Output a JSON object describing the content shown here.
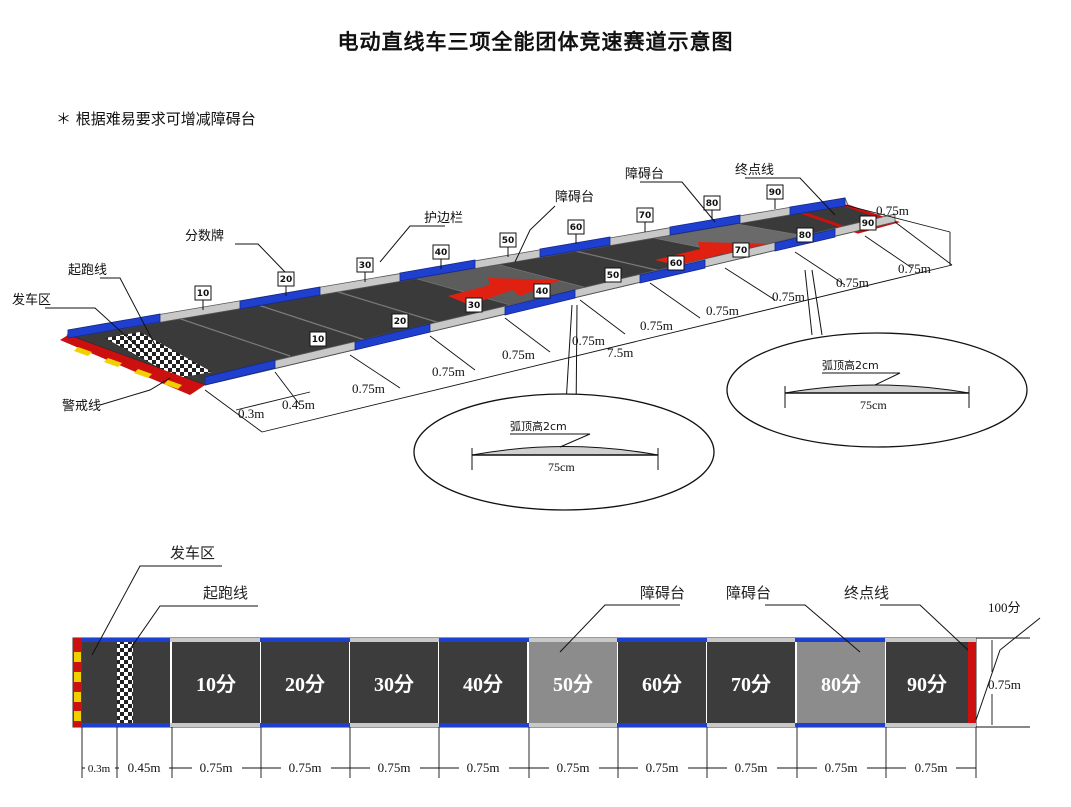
{
  "title": "电动直线车三项全能团体竞速赛道示意图",
  "note": "＊ 根据难易要求可增减障碍台",
  "perspective": {
    "labels": {
      "start_zone": "发车区",
      "start_line": "起跑线",
      "warning_line": "警戒线",
      "score_sign": "分数牌",
      "guardrail": "护边栏",
      "obstacle_1": "障碍台",
      "obstacle_2": "障碍台",
      "finish_line": "终点线"
    },
    "signs": [
      "10",
      "20",
      "30",
      "40",
      "50",
      "60",
      "70",
      "80",
      "90",
      "10",
      "20",
      "30",
      "40",
      "50",
      "60",
      "70",
      "80",
      "90"
    ],
    "dims": [
      "0.3m",
      "0.45m",
      "0.75m",
      "0.75m",
      "0.75m",
      "0.75m",
      "0.75m",
      "0.75m",
      "0.75m",
      "0.75m",
      "0.75m"
    ],
    "total_length": "7.5m",
    "width": "0.75m",
    "detail_1": {
      "height": "弧顶高2cm",
      "length": "75cm"
    },
    "detail_2": {
      "height": "弧顶高2cm",
      "length": "75cm"
    }
  },
  "plan": {
    "labels": {
      "start_zone": "发车区",
      "start_line": "起跑线",
      "obstacle_1": "障碍台",
      "obstacle_2": "障碍台",
      "finish_line": "终点线",
      "finish_score": "100分",
      "width": "0.75m"
    },
    "cells": [
      "10分",
      "20分",
      "30分",
      "40分",
      "50分",
      "60分",
      "70分",
      "80分",
      "90分"
    ],
    "dims": [
      "0.3m",
      "0.45m",
      "0.75m",
      "0.75m",
      "0.75m",
      "0.75m",
      "0.75m",
      "0.75m",
      "0.75m",
      "0.75m",
      "0.75m"
    ]
  },
  "colors": {
    "track": "#3c3c3c",
    "obstacle": "#8c8c8c",
    "rail_blue": "#1f3fcf",
    "rail_gray": "#c8c8c8",
    "finish_red": "#cc1010",
    "warning_yellow": "#f2d000",
    "arrow_red": "#e02010"
  }
}
